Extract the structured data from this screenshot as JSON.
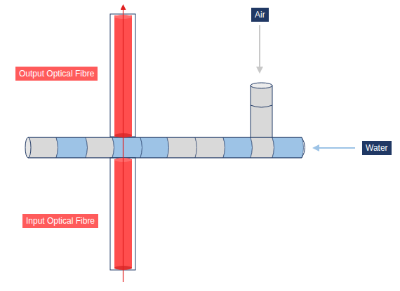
{
  "diagram": {
    "nodes": [
      {
        "text": [
          "Air"
        ]
      },
      {
        "text": [
          "Output Optical Fibre"
        ]
      },
      {
        "text": [
          "Water"
        ]
      },
      {
        "text": [
          "Input Optical Fibre"
        ]
      }
    ]
  }
}
